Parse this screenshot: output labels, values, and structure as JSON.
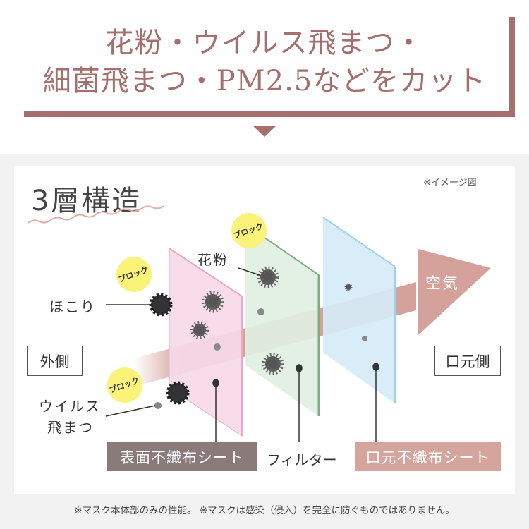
{
  "header": {
    "line1": "花粉・ウイルス飛まつ・",
    "line2": "細菌飛まつ・PM2.5などをカット"
  },
  "diagram": {
    "title": "3層構造",
    "note": "※イメージ図",
    "block_label": "ブロック",
    "particles": {
      "dust": "ほこり",
      "pollen": "花粉",
      "virus_line1": "ウイルス",
      "virus_line2": "飛まつ"
    },
    "air": "空気",
    "outside": "外側",
    "mouth_side": "口元側",
    "layers": [
      {
        "label": "表面不織布シート",
        "color": "#f9d9e8",
        "edge": "#eba8c6",
        "tag_bg": "#8a7a7a"
      },
      {
        "label": "フィルター",
        "color": "#dff0e2",
        "edge": "#7fac82"
      },
      {
        "label": "口元不織布シート",
        "color": "#d6ecf8",
        "edge": "#9fd0ee",
        "tag_bg": "#d5a59d"
      }
    ],
    "arrow_color": "#d4a29a",
    "block_color": "#fbf27a"
  },
  "footer": "※マスク本体部のみの性能。 ※マスクは感染（侵入）を完全に防ぐものではありません。"
}
